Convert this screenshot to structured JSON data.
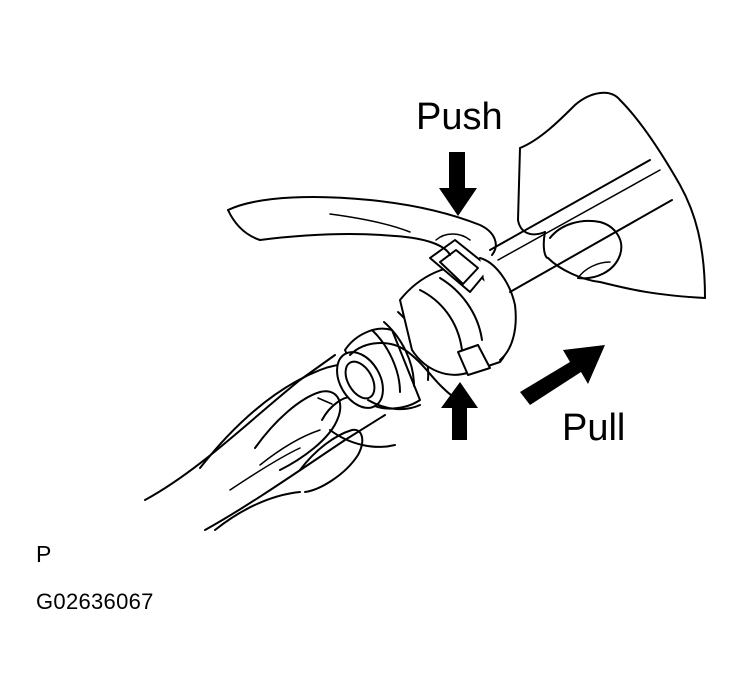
{
  "labels": {
    "push": "Push",
    "pull": "Pull"
  },
  "figure_code": {
    "prefix": "P",
    "id": "G02636067"
  }
}
